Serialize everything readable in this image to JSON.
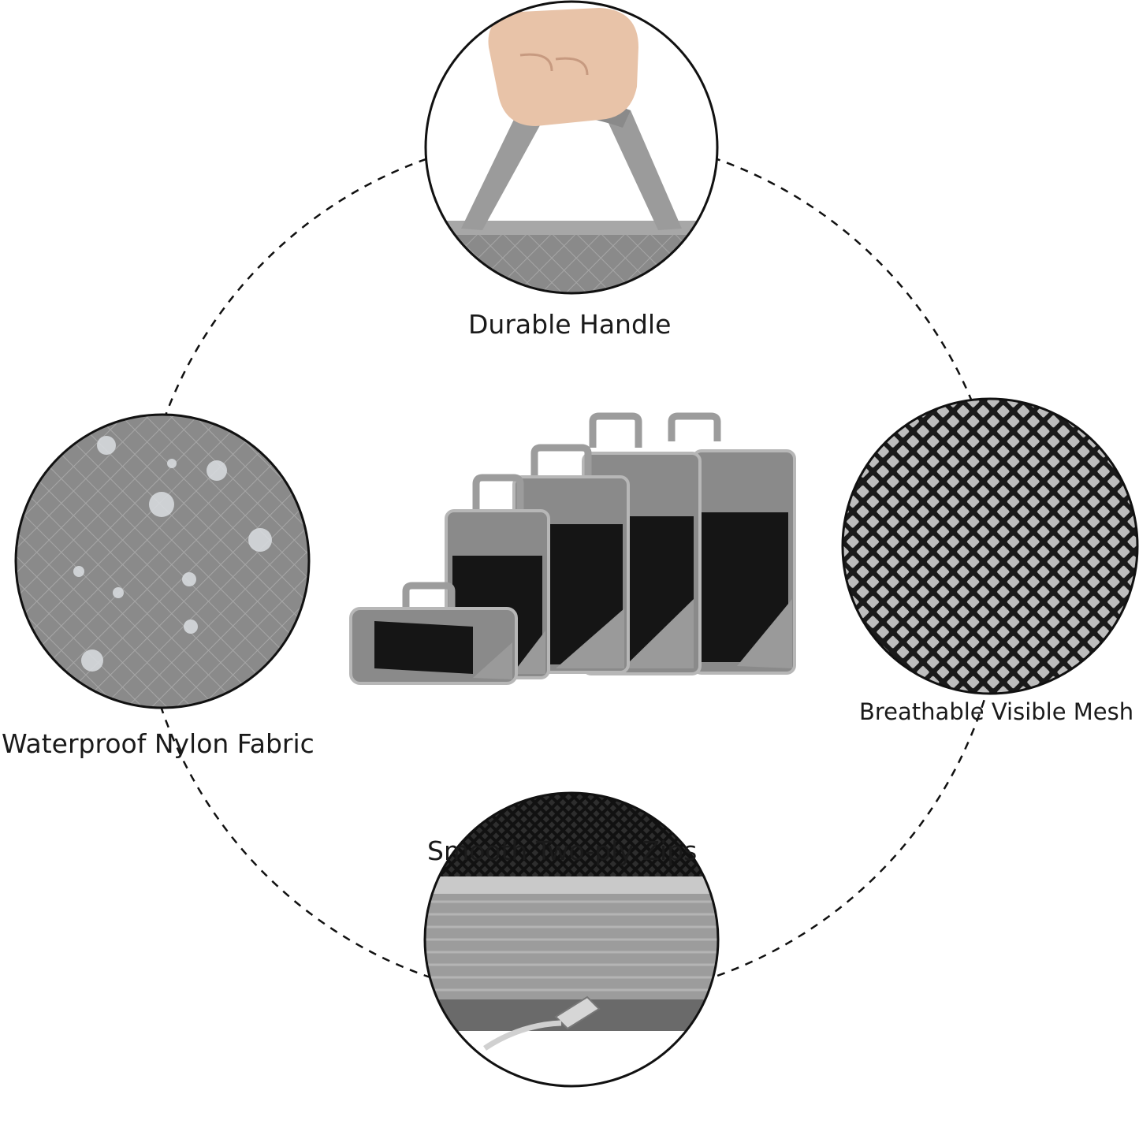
{
  "features": {
    "handle": {
      "label": "Durable Handle",
      "icon": "hand-holding-handle-photo"
    },
    "mesh": {
      "label": "Breathable Visible Mesh",
      "icon": "mesh-closeup-photo"
    },
    "nylon": {
      "label": "Waterproof Nylon Fabric",
      "icon": "water-droplets-on-fabric-photo"
    },
    "zips": {
      "label": "Smooth Two-ply Zips",
      "icon": "zipper-closeup-photo"
    }
  },
  "product": {
    "icon": "packing-cubes-set-photo"
  },
  "colors": {
    "fabric_gray": "#8a8a8a",
    "mesh_black": "#1b1b1b",
    "trim_gray": "#b7b7b7",
    "outline": "#111111"
  }
}
